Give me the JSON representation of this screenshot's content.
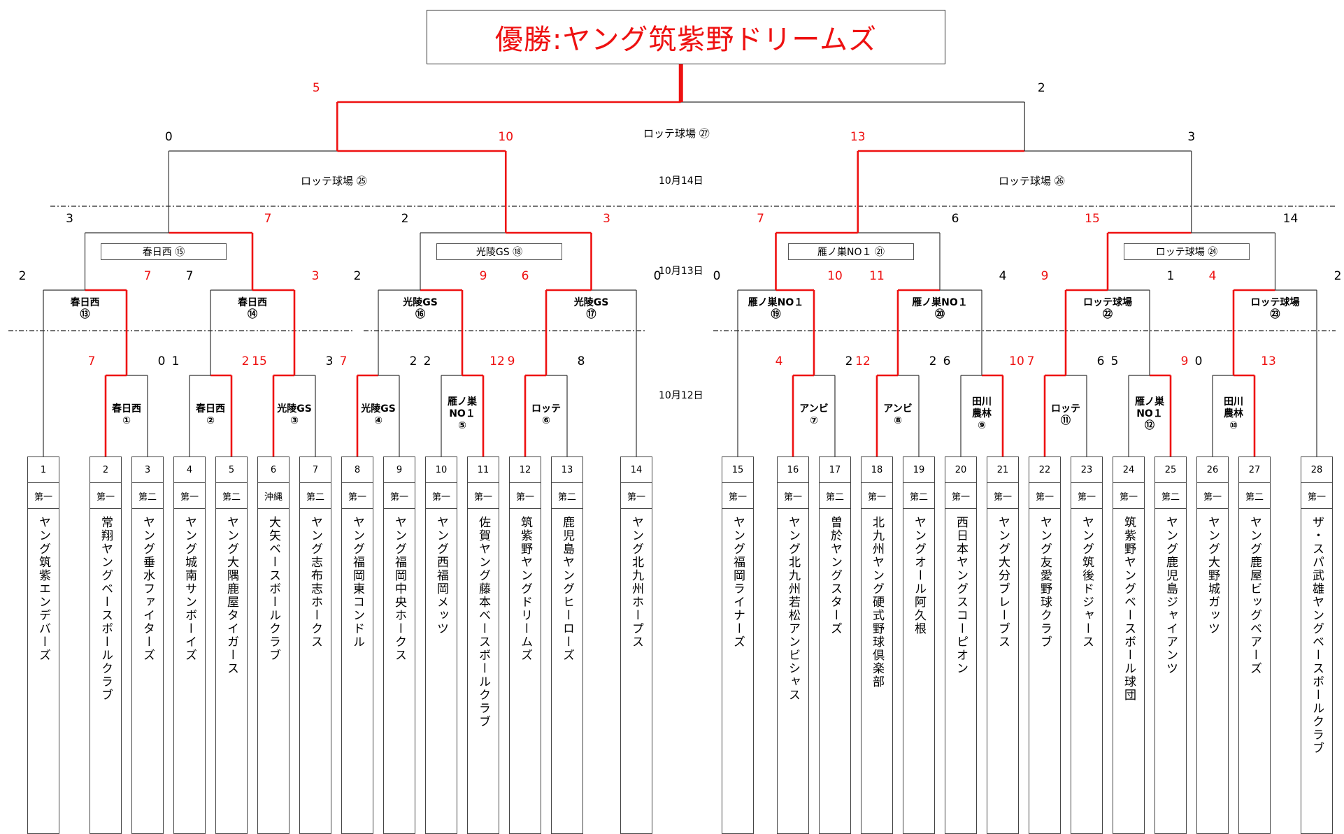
{
  "champion": "優勝:ヤング筑紫野ドリームズ",
  "dates": [
    "10月14日",
    "10月13日",
    "10月12日"
  ],
  "venues": {
    "final": "ロッテ球場 ㉗",
    "semi_left": "ロッテ球場 ㉕",
    "semi_right": "ロッテ球場 ㉖",
    "qf15": "春日西 ⑮",
    "qf18": "光陵GS ⑱",
    "qf21": "雁ノ巣NO１ ㉑",
    "qf24": "ロッテ球場 ㉔"
  },
  "match_labels": {
    "r16_13": "春日西\n⑬",
    "r16_14": "春日西\n⑭",
    "r16_16": "光陵GS\n⑯",
    "r16_17": "光陵GS\n⑰",
    "r16_19": "雁ノ巣NO１\n⑲",
    "r16_20": "雁ノ巣NO１\n⑳",
    "r16_22": "ロッテ球場\n㉒",
    "r16_23": "ロッテ球場\n㉓",
    "r1_1": "春日西\n①",
    "r1_2": "春日西\n②",
    "r1_3": "光陵GS\n③",
    "r1_4": "光陵GS\n④",
    "r1_5": "雁ノ巣\nNO１\n⑤",
    "r1_6": "ロッテ\n⑥",
    "r1_7": "アンビ\n⑦",
    "r1_8": "アンビ\n⑧",
    "r1_9": "田川\n農林\n⑨",
    "r1_10": "田川\n農林\n⑩",
    "r1_11": "ロッテ\n⑪",
    "r1_12": "雁ノ巣\nNO１\n⑫"
  },
  "scores": {
    "final_l": "5",
    "final_r": "2",
    "sfl_l": "0",
    "sfl_r": "10",
    "sfr_l": "13",
    "sfr_r": "3",
    "qf15_l": "3",
    "qf15_r": "7",
    "qf18_l": "2",
    "qf18_r": "3",
    "qf21_l": "7",
    "qf21_r": "6",
    "qf24_l": "15",
    "qf24_r": "14",
    "m13_l": "2",
    "m13_r": "7",
    "m14_l": "7",
    "m14_r": "3",
    "m16_l": "2",
    "m16_r": "9",
    "m17_l": "6",
    "m17_r": "0",
    "m19_l": "0",
    "m19_r": "10",
    "m20_l": "11",
    "m20_r": "4",
    "m22_l": "9",
    "m22_r": "1",
    "m23_l": "4",
    "m23_r": "2",
    "m1_l": "7",
    "m1_r": "0",
    "m2_l": "1",
    "m2_r": "2",
    "m3_l": "15",
    "m3_r": "3",
    "m4_l": "7",
    "m4_r": "2",
    "m5_l": "2",
    "m5_r": "12",
    "m6_l": "9",
    "m6_r": "8",
    "m7_l": "4",
    "m7_r": "2",
    "m8_l": "12",
    "m8_r": "2",
    "m9_l": "6",
    "m9_r": "10",
    "m10_l": "0",
    "m10_r": "13",
    "m11_l": "7",
    "m11_r": "6",
    "m12_l": "5",
    "m12_r": "9"
  },
  "teams": [
    {
      "num": "1",
      "pref": "第一",
      "name": "ヤング筑紫エンデバーズ"
    },
    {
      "num": "2",
      "pref": "第一",
      "name": "常翔ヤングベースボールクラブ"
    },
    {
      "num": "3",
      "pref": "第二",
      "name": "ヤング垂水ファイターズ"
    },
    {
      "num": "4",
      "pref": "第一",
      "name": "ヤング城南サンボーイズ"
    },
    {
      "num": "5",
      "pref": "第二",
      "name": "ヤング大隅鹿屋タイガース"
    },
    {
      "num": "6",
      "pref": "沖縄",
      "name": "大矢ベースボールクラブ"
    },
    {
      "num": "7",
      "pref": "第二",
      "name": "ヤング志布志ホークス"
    },
    {
      "num": "8",
      "pref": "第一",
      "name": "ヤング福岡東コンドル"
    },
    {
      "num": "9",
      "pref": "第一",
      "name": "ヤング福岡中央ホークス"
    },
    {
      "num": "10",
      "pref": "第一",
      "name": "ヤング西福岡メッツ"
    },
    {
      "num": "11",
      "pref": "第一",
      "name": "佐賀ヤング藤本ベースボールクラブ"
    },
    {
      "num": "12",
      "pref": "第一",
      "name": "筑紫野ヤングドリームズ"
    },
    {
      "num": "13",
      "pref": "第二",
      "name": "鹿児島ヤングヒーローズ"
    },
    {
      "num": "14",
      "pref": "第一",
      "name": "ヤング北九州ホープス"
    },
    {
      "num": "15",
      "pref": "第一",
      "name": "ヤング福岡ライナーズ"
    },
    {
      "num": "16",
      "pref": "第一",
      "name": "ヤング北九州若松アンビシャス"
    },
    {
      "num": "17",
      "pref": "第二",
      "name": "曽於ヤングスターズ"
    },
    {
      "num": "18",
      "pref": "第一",
      "name": "北九州ヤング硬式野球倶楽部"
    },
    {
      "num": "19",
      "pref": "第二",
      "name": "ヤングオール阿久根"
    },
    {
      "num": "20",
      "pref": "第一",
      "name": "西日本ヤングスコーピオン"
    },
    {
      "num": "21",
      "pref": "第一",
      "name": "ヤング大分ブレーブス"
    },
    {
      "num": "22",
      "pref": "第一",
      "name": "ヤング友愛野球クラブ"
    },
    {
      "num": "23",
      "pref": "第一",
      "name": "ヤング筑後ドジャース"
    },
    {
      "num": "24",
      "pref": "第一",
      "name": "筑紫野ヤングベースボール球団"
    },
    {
      "num": "25",
      "pref": "第二",
      "name": "ヤング鹿児島ジャイアンツ"
    },
    {
      "num": "26",
      "pref": "第一",
      "name": "ヤング大野城ガッツ"
    },
    {
      "num": "27",
      "pref": "第二",
      "name": "ヤング鹿屋ビッグベアーズ"
    },
    {
      "num": "28",
      "pref": "第一",
      "name": "ザ・スパ武雄ヤングベースボールクラブ"
    }
  ],
  "colors": {
    "win_line": "#ee1111",
    "lose_line": "#333333",
    "win_text": "#ee1111"
  }
}
